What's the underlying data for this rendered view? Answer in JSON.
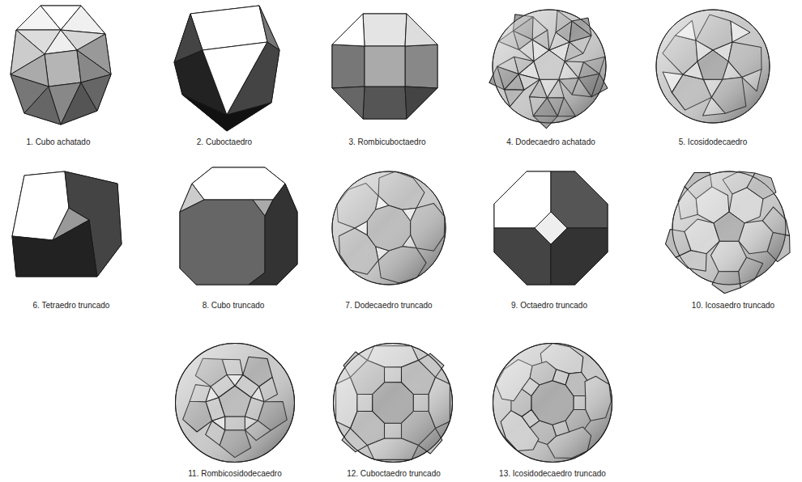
{
  "diagram": {
    "labels": [
      "1. Cubo achatado",
      "2. Cuboctaedro",
      "3. Rombicuboctaedro",
      "4. Dodecaedro achatado",
      "5. Icosidodecaedro",
      "6. Tetraedro truncado",
      "8. Cubo truncado",
      "7. Dodecaedro truncado",
      "9. Octaedro truncado",
      "10. Icosaedro truncado",
      "11. Rombicosidodecaedro",
      "12. Cuboctaedro truncado",
      "13. Icosidodecaedro truncado"
    ]
  }
}
